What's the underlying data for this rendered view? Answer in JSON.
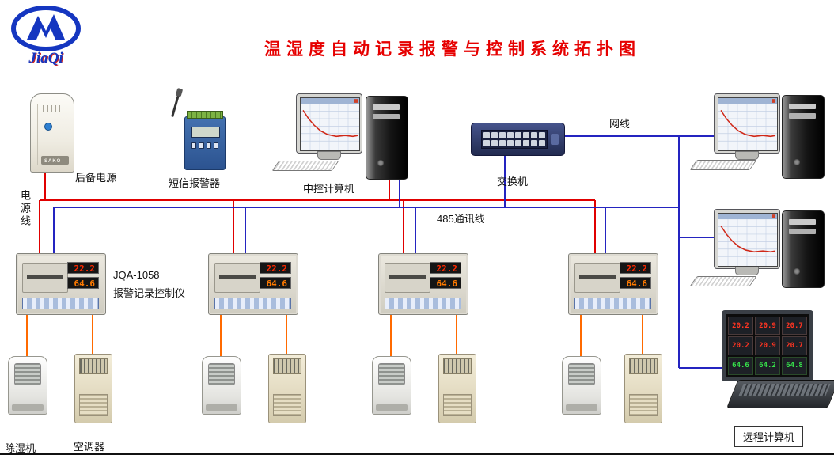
{
  "title": "温湿度自动记录报警与控制系统拓扑图",
  "logo": {
    "text": "JiaQi"
  },
  "devices": {
    "backup_power": {
      "label": "后备电源",
      "brand": "SAKO"
    },
    "sms_alarm": {
      "label": "短信报警器"
    },
    "central_computer": {
      "label": "中控计算机"
    },
    "switch": {
      "label": "交换机"
    },
    "remote_computer": {
      "label": "远程计算机"
    }
  },
  "lines": {
    "network_cable": "网线",
    "power_line": "电源线",
    "comm_line": "485通讯线"
  },
  "controller": {
    "model": "JQA-1058",
    "name": "报警记录控制仪",
    "temp": "22.2",
    "humidity": "64.6"
  },
  "terminal_devices": {
    "dehumidifier": "除湿机",
    "air_conditioner": "空调器"
  },
  "laptop": {
    "values": [
      "20.2",
      "20.9",
      "20.7",
      "20.2",
      "20.9",
      "20.7",
      "64.6",
      "64.2",
      "64.8"
    ]
  },
  "colors": {
    "title": "#e60000",
    "power_line": "#e00000",
    "comm_line": "#2424c0",
    "device_line": "#ff6a00",
    "display_digits": "#ff2a00"
  }
}
